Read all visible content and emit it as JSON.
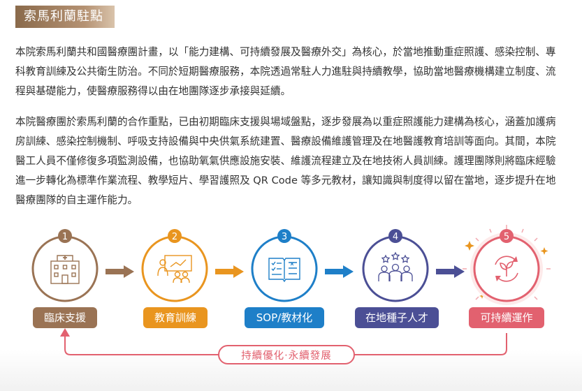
{
  "header": {
    "title": "索馬利蘭駐點"
  },
  "paragraphs": [
    "本院索馬利蘭共和國醫療團計畫，以「能力建構、可持續發展及醫療外交」為核心，於當地推動重症照護、感染控制、專科教育訓練及公共衛生防治。不同於短期醫療服務，本院透過常駐人力進駐與持續教學，協助當地醫療機構建立制度、流程與基礎能力，使醫療服務得以由在地團隊逐步承接與延續。",
    "本院醫療團於索馬利蘭的合作重點，已由初期臨床支援與場域盤點，逐步發展為以重症照護能力建構為核心，涵蓋加護病房訓練、感染控制機制、呼吸支持設備與中央供氣系統建置、醫療設備維護管理及在地醫護教育培訓等面向。其間，本院醫工人員不僅修復多項監測設備，也協助氧氣供應設施安裝、維護流程建立及在地技術人員訓練。護理團隊則將臨床經驗進一步轉化為標準作業流程、教學短片、學習護照及 QR Code 等多元教材，讓知識與制度得以留在當地，逐步提升在地醫療團隊的自主運作能力。"
  ],
  "steps": [
    {
      "number": "1",
      "label": "臨床支援",
      "color": "#9a7354",
      "icon": "hospital-icon"
    },
    {
      "number": "2",
      "label": "教育訓練",
      "color": "#e9951f",
      "icon": "teacher-icon"
    },
    {
      "number": "3",
      "label": "SOP/教材化",
      "color": "#1e7fc8",
      "icon": "book-checklist-icon"
    },
    {
      "number": "4",
      "label": "在地種子人才",
      "color": "#4b4f95",
      "icon": "team-stars-icon"
    },
    {
      "number": "5",
      "label": "可持續運作",
      "color": "#e2616f",
      "icon": "sustainability-icon"
    }
  ],
  "feedback": {
    "label": "持續優化‧永續發展",
    "color": "#e2616f"
  }
}
